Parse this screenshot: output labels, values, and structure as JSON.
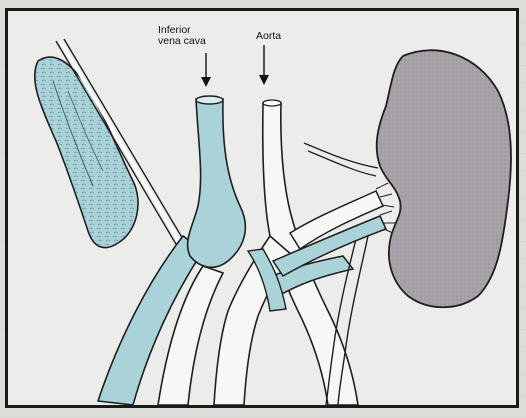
{
  "figure": {
    "labels": {
      "inferior_vena_cava_line1": "Inferior",
      "inferior_vena_cava_line2": "vena cava",
      "aorta": "Aorta"
    },
    "colors": {
      "frame": "#1a1a1a",
      "background": "#ececea",
      "vein_blue": "#a9d2d9",
      "kidney_gray": "#a39ea3",
      "outline": "#1f1f1f",
      "artery_white": "#f7f7f5"
    }
  }
}
